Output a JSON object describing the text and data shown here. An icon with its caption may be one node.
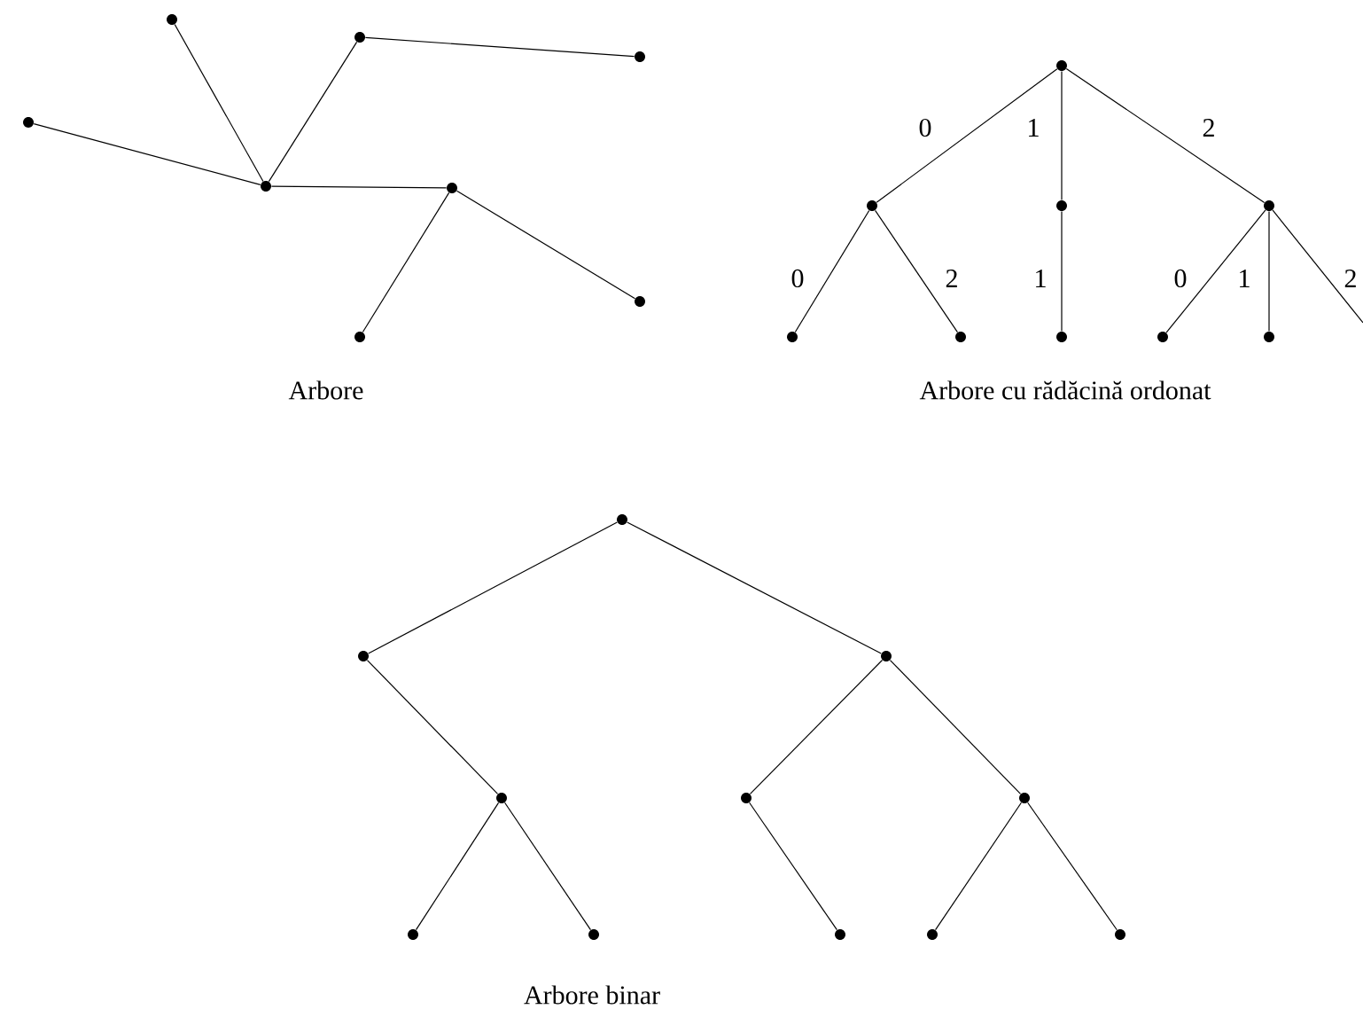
{
  "diagram": {
    "nodes": [
      {
        "text": [],
        "shape": "circle"
      },
      {
        "text": [],
        "shape": "circle"
      },
      {
        "text": [],
        "shape": "circle"
      },
      {
        "text": [],
        "shape": "circle"
      },
      {
        "text": [],
        "shape": "circle"
      },
      {
        "text": [],
        "shape": "circle"
      },
      {
        "text": [],
        "shape": "circle"
      },
      {
        "text": [],
        "shape": "circle"
      },
      {
        "text": [],
        "shape": "circle"
      },
      {
        "text": [],
        "shape": "circle"
      },
      {
        "text": [],
        "shape": "circle"
      },
      {
        "text": [],
        "shape": "circle"
      },
      {
        "text": [],
        "shape": "circle"
      },
      {
        "text": [],
        "shape": "circle"
      },
      {
        "text": [],
        "shape": "circle"
      },
      {
        "text": [],
        "shape": "circle"
      },
      {
        "text": [],
        "shape": "circle"
      },
      {
        "text": [],
        "shape": "circle"
      },
      {
        "text": [],
        "shape": "circle"
      },
      {
        "text": [],
        "shape": "circle"
      },
      {
        "text": [],
        "shape": "circle"
      },
      {
        "text": [],
        "shape": "circle"
      },
      {
        "text": [],
        "shape": "circle"
      },
      {
        "text": [],
        "shape": "circle"
      },
      {
        "text": [],
        "shape": "circle"
      },
      {
        "text": [],
        "shape": "circle"
      },
      {
        "text": [],
        "shape": "circle"
      },
      {
        "text": [],
        "shape": "circle"
      }
    ],
    "edges": [
      {
        "from": 0,
        "to": 4,
        "arrow": "none"
      },
      {
        "from": 1,
        "to": 4,
        "arrow": "none"
      },
      {
        "from": 1,
        "to": 2,
        "arrow": "none"
      },
      {
        "from": 3,
        "to": 4,
        "arrow": "none"
      },
      {
        "from": 4,
        "to": 5,
        "arrow": "none"
      },
      {
        "from": 5,
        "to": 7,
        "arrow": "none"
      },
      {
        "from": 5,
        "to": 6,
        "arrow": "none"
      },
      {
        "from": 8,
        "to": 9,
        "arrow": "none",
        "label": "0"
      },
      {
        "from": 8,
        "to": 10,
        "arrow": "none",
        "label": "1"
      },
      {
        "from": 8,
        "to": 11,
        "arrow": "none",
        "label": "2"
      },
      {
        "from": 9,
        "to": 12,
        "arrow": "none",
        "label": "0"
      },
      {
        "from": 9,
        "to": 13,
        "arrow": "none",
        "label": "2"
      },
      {
        "from": 10,
        "to": 14,
        "arrow": "none",
        "label": "1"
      },
      {
        "from": 11,
        "to": 15,
        "arrow": "none",
        "label": "0"
      },
      {
        "from": 11,
        "to": 16,
        "arrow": "none",
        "label": "1"
      },
      {
        "from": 11,
        "to": null,
        "arrow": "none",
        "label": "2"
      },
      {
        "from": 17,
        "to": 18,
        "arrow": "none"
      },
      {
        "from": 17,
        "to": 19,
        "arrow": "none"
      },
      {
        "from": 18,
        "to": 20,
        "arrow": "none"
      },
      {
        "from": 19,
        "to": 21,
        "arrow": "none"
      },
      {
        "from": 19,
        "to": 22,
        "arrow": "none"
      },
      {
        "from": 20,
        "to": 23,
        "arrow": "none"
      },
      {
        "from": 20,
        "to": 24,
        "arrow": "none"
      },
      {
        "from": 21,
        "to": 25,
        "arrow": "none"
      },
      {
        "from": 22,
        "to": 26,
        "arrow": "none"
      },
      {
        "from": 22,
        "to": 27,
        "arrow": "none"
      }
    ],
    "labels": [
      "Arbore",
      "Arbore cu rădăcină ordonat",
      "Arbore binar"
    ]
  }
}
